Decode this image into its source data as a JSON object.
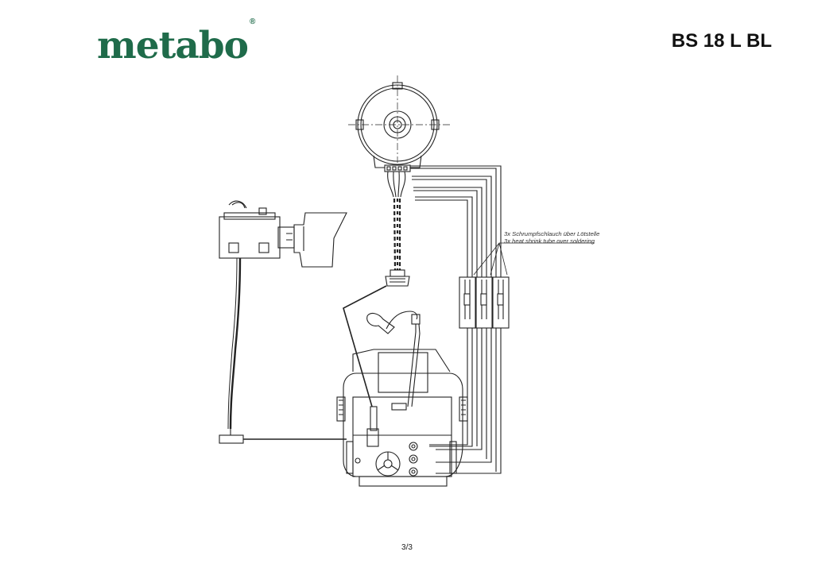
{
  "brand": "metabo",
  "brand_mark": "®",
  "model": "BS 18 L BL",
  "page_number": "3/3",
  "annotation": {
    "line1": "3x Schrumpfschlauch über Lötstelle",
    "line2": "3x heat shrink tube over soldering"
  },
  "colors": {
    "brand": "#1f6b4a",
    "line": "#222222"
  }
}
